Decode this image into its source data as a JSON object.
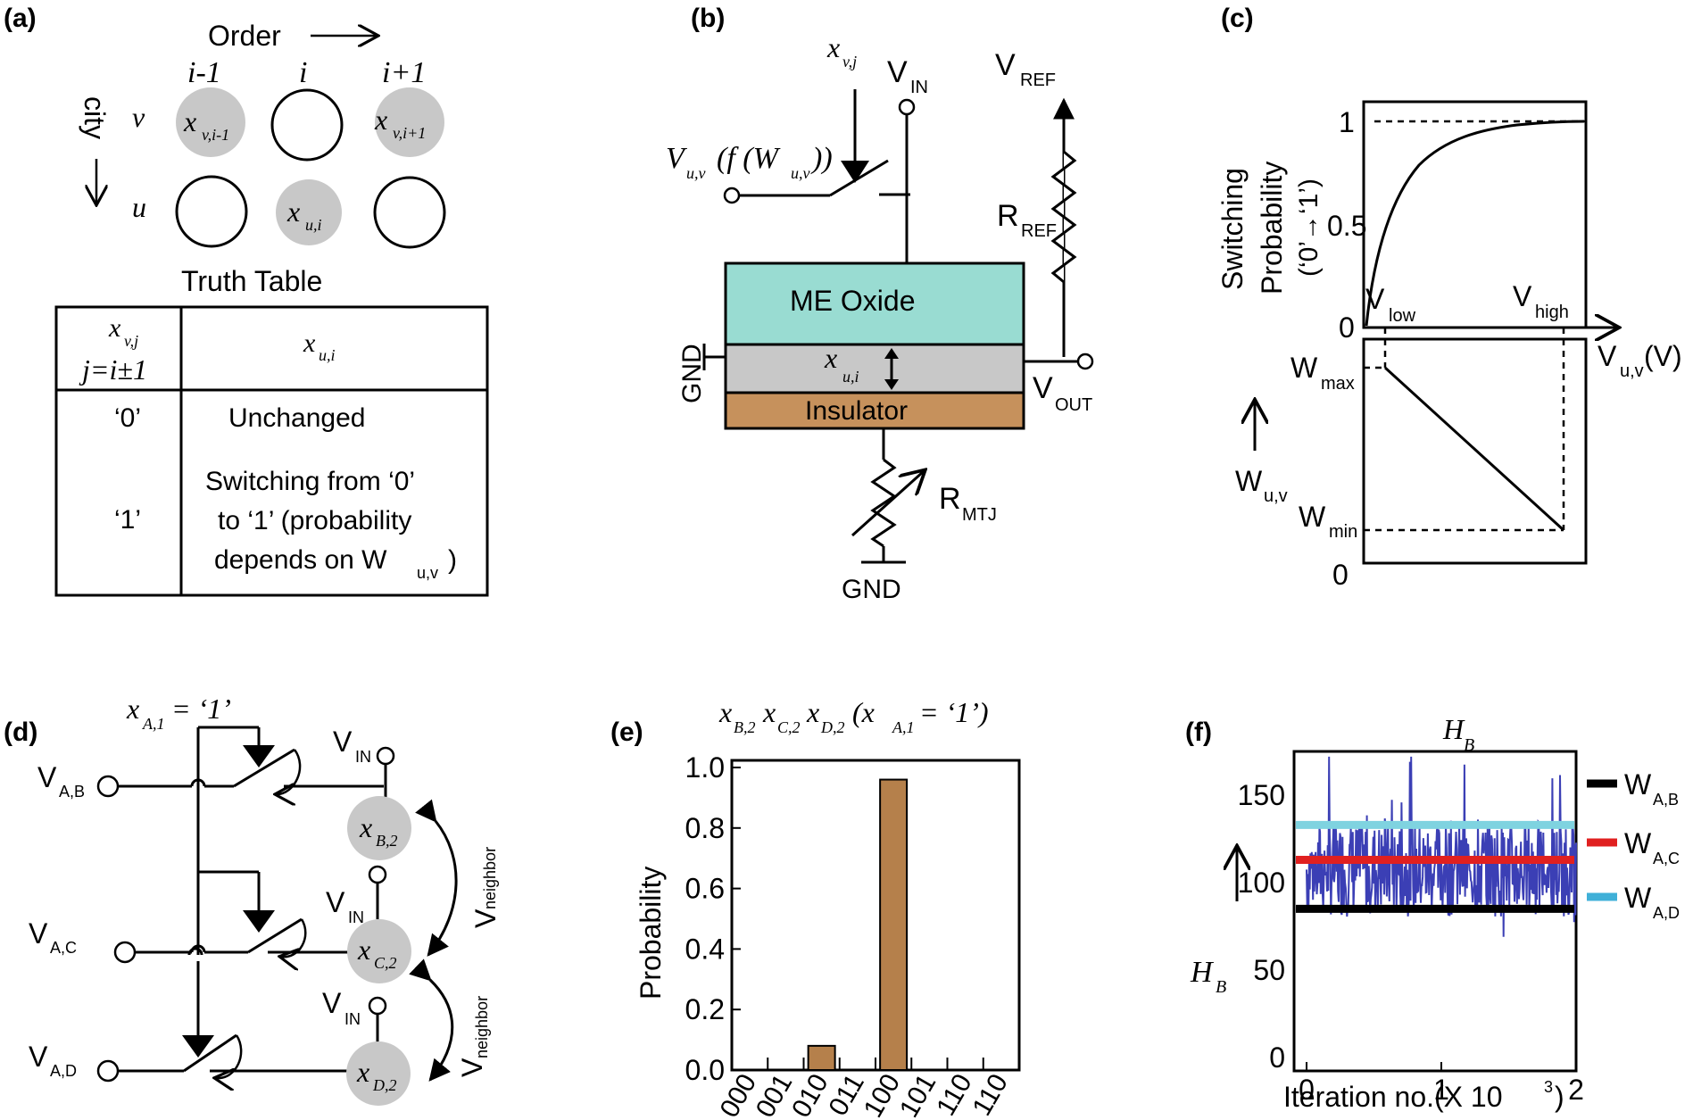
{
  "panels": {
    "a": "(a)",
    "b": "(b)",
    "c": "(c)",
    "d": "(d)",
    "e": "(e)",
    "f": "(f)"
  },
  "panel_a": {
    "order_label": "Order",
    "city_label": "city",
    "col_labels": [
      "i-1",
      "i",
      "i+1"
    ],
    "row_labels": [
      "v",
      "u"
    ],
    "node_v_prev": "x",
    "node_v_prev_sub": "v,i-1",
    "node_v_next": "x",
    "node_v_next_sub": "v,i+1",
    "node_u_cur": "x",
    "node_u_cur_sub": "u,i",
    "table_title": "Truth Table",
    "table_header_col1_top": "x",
    "table_header_col1_top_sub": "v,j",
    "table_header_col1_bottom": "j=i±1",
    "table_header_col2": "x",
    "table_header_col2_sub": "u,i",
    "row0_input": "‘0’",
    "row0_output": "Unchanged",
    "row1_input": "‘1’",
    "row1_output_line1": "Switching from ‘0’",
    "row1_output_line2": "to ‘1’ (probability",
    "row1_output_line3": "depends on W",
    "row1_output_sub": "u,v",
    "row1_output_end": ")"
  },
  "panel_b": {
    "xvj": "x",
    "xvj_sub": "v,j",
    "vin": "V",
    "vin_sub": "IN",
    "vref": "V",
    "vref_sub": "REF",
    "vuv_main": "V",
    "vuv_sub": "u,v",
    "vuv_rest": "(f (W",
    "vuv_rest_sub": "u,v",
    "vuv_end": "))",
    "rref": "R",
    "rref_sub": "REF",
    "me_oxide": "ME Oxide",
    "xui": "x",
    "xui_sub": "u,i",
    "insulator": "Insulator",
    "gnd_side": "GND",
    "vout": "V",
    "vout_sub": "OUT",
    "rmtj": "R",
    "rmtj_sub": "MTJ",
    "gnd_bottom": "GND"
  },
  "panel_c": {
    "ylabel_line1": "Switching",
    "ylabel_line2": "Probability",
    "ylabel_line3": "(‘0’→‘1’)",
    "y_tick_1": "1",
    "y_tick_05": "0.5",
    "y_tick_0": "0",
    "vlow": "V",
    "vlow_sub": "low",
    "vhigh": "V",
    "vhigh_sub": "high",
    "xlabel": "V",
    "xlabel_sub": "u,v",
    "xlabel_unit": " (V)",
    "wmax": "W",
    "wmax_sub": "max",
    "wmin": "W",
    "wmin_sub": "min",
    "wuv": "W",
    "wuv_sub": "u,v",
    "bottom_zero": "0"
  },
  "panel_d": {
    "xa1": "x",
    "xa1_sub": "A,1",
    "xa1_val": " = ‘1’",
    "vab": "V",
    "vab_sub": "A,B",
    "vac": "V",
    "vac_sub": "A,C",
    "vad": "V",
    "vad_sub": "A,D",
    "vin": "V",
    "vin_sub": "IN",
    "xb2": "x",
    "xb2_sub": "B,2",
    "xc2": "x",
    "xc2_sub": "C,2",
    "xd2": "x",
    "xd2_sub": "D,2",
    "vneighbor": "V",
    "vneighbor_sub": "neighbor"
  },
  "chart_data": [
    {
      "type": "bar",
      "title": "x_B,2 x_C,2 x_D,2 (x_A,1 = ‘1’)",
      "title_parts": {
        "x": "x",
        "b2": "B,2",
        "c2": "C,2",
        "d2": "D,2",
        "cond": " (x",
        "a1": "A,1",
        "cond_end": " = ‘1’)"
      },
      "ylabel": "Probability",
      "xlabel": "",
      "categories": [
        "000",
        "001",
        "010",
        "011",
        "100",
        "101",
        "110",
        "110"
      ],
      "values": [
        0,
        0,
        0.08,
        0,
        0.96,
        0,
        0,
        0
      ],
      "ylim": [
        0,
        1.0
      ],
      "yticks": [
        "0.0",
        "0.2",
        "0.4",
        "0.6",
        "0.8",
        "1.0"
      ],
      "bar_color": "#b5804b"
    },
    {
      "type": "line",
      "title": "H",
      "title_sub": "B",
      "ylabel": "H",
      "ylabel_sub": "B",
      "xlabel": "Iteration no.(X 10",
      "xlabel_sup": "3",
      "xlabel_end": ")",
      "xlim": [
        0,
        2
      ],
      "ylim": [
        0,
        175
      ],
      "xticks": [
        "0",
        "1",
        "2"
      ],
      "yticks": [
        "0",
        "50",
        "100",
        "150"
      ],
      "noise_color": "#3b3fb5",
      "series": [
        {
          "name": "W",
          "sub": "A,B",
          "value": 85,
          "color": "#000000"
        },
        {
          "name": "W",
          "sub": "A,C",
          "value": 113,
          "color": "#e02020"
        },
        {
          "name": "W",
          "sub": "A,D",
          "value": 133,
          "color": "#7fd3e0"
        }
      ],
      "legend_swatch_colors": [
        "#000000",
        "#e02020",
        "#3fb0d8"
      ]
    }
  ]
}
